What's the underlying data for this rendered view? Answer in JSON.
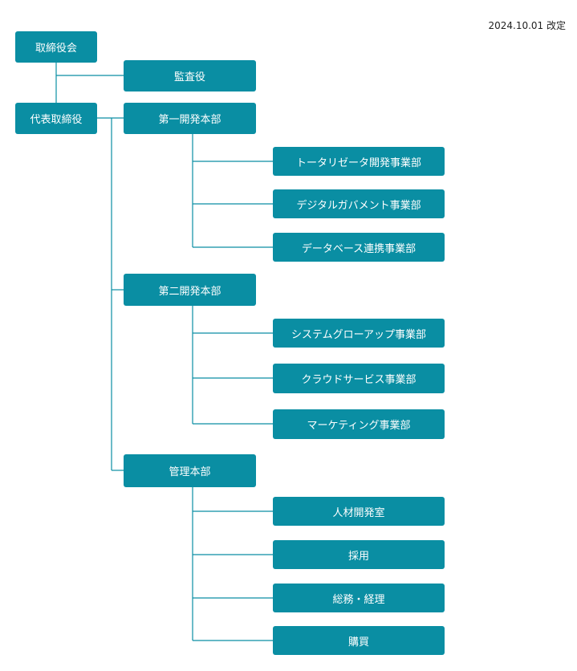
{
  "revised_date": "2024.10.01 改定",
  "board": "取締役会",
  "auditor": "監査役",
  "ceo": "代表取締役",
  "divisions": [
    {
      "name": "第一開発本部",
      "depts": [
        "トータリゼータ開発事業部",
        "デジタルガバメント事業部",
        "データベース連携事業部"
      ]
    },
    {
      "name": "第二開発本部",
      "depts": [
        "システムグローアップ事業部",
        "クラウドサービス事業部",
        "マーケティング事業部"
      ]
    },
    {
      "name": "管理本部",
      "depts": [
        "人材開発室",
        "採用",
        "総務・経理",
        "購買"
      ]
    }
  ],
  "colors": {
    "box": "#0a8ea3",
    "line": "#0a8ea3"
  }
}
